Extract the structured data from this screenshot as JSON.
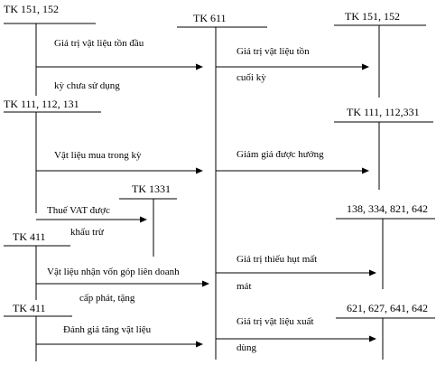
{
  "accounts": {
    "tk151_left": "TK 151, 152",
    "tk611": "TK 611",
    "tk151_right": "TK 151, 152",
    "tk111_left": "TK 111, 112, 131",
    "tk111_right": "TK 111, 112,331",
    "tk1331": "TK 1331",
    "tk138_right": "138, 334, 821, 642",
    "tk411_a": "TK 411",
    "tk411_b": "TK 411",
    "tk621_right": "621, 627, 641, 642"
  },
  "labels": {
    "opening_1": "Giá trị vật liệu tồn đầu",
    "opening_2": "kỳ chưa sử dụng",
    "closing_1": "Giá trị vật liệu tồn",
    "closing_2": "cuối kỳ",
    "purchase": "Vật liệu mua trong kỳ",
    "discount": "Giảm giá được hưởng",
    "vat_1": "Thuế VAT được",
    "vat_2": "khấu trừ",
    "capital_1": "Vật liệu nhận vốn góp liên doanh",
    "capital_2": "cấp phát, tặng",
    "shortage_1": "Giá trị thiếu hụt mất",
    "shortage_2": "mát",
    "revalue": "Đánh giá tăng vật liệu",
    "issue_1": "Giá trị vật liệu xuất",
    "issue_2": "dùng"
  }
}
